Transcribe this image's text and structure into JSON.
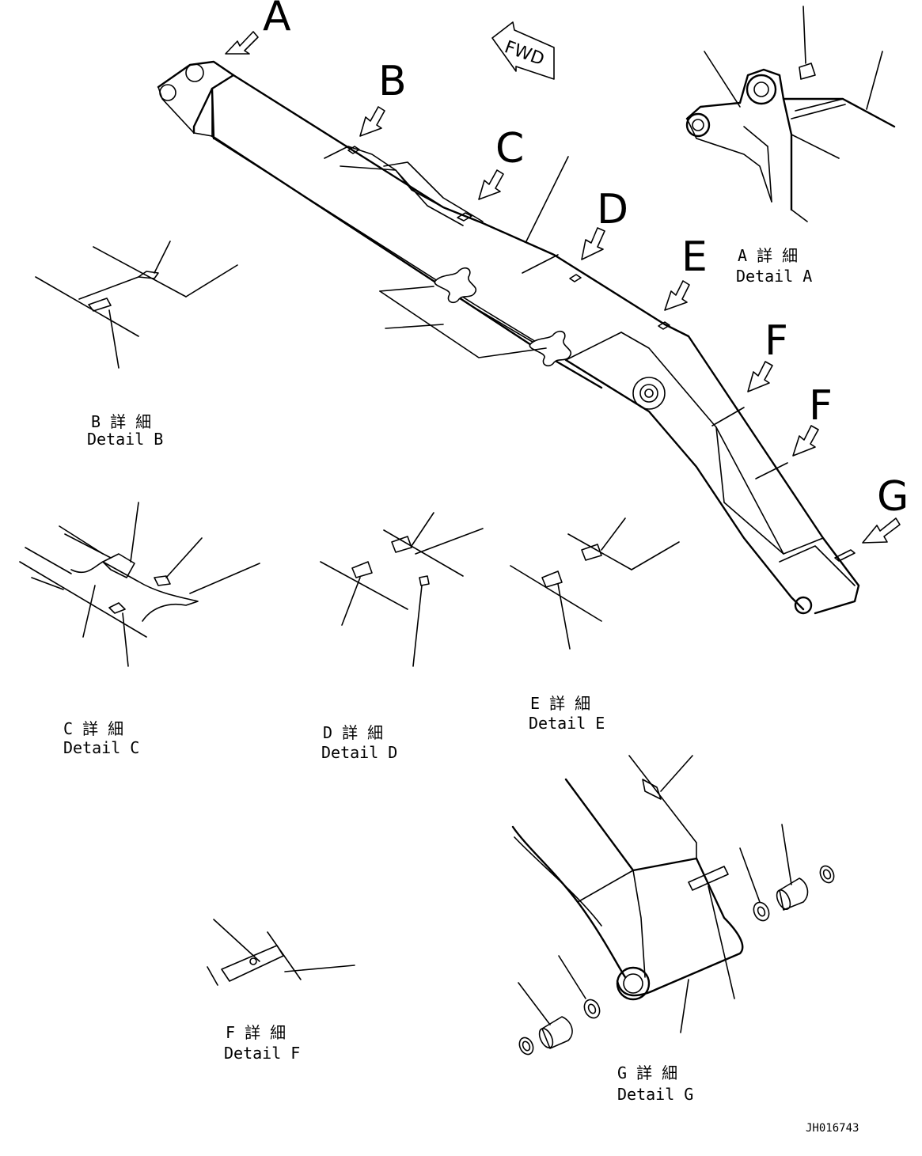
{
  "fwd_label": "FWD",
  "drawing_code": "JH016743",
  "view_letters": {
    "A": "A",
    "B": "B",
    "C": "C",
    "D": "D",
    "E": "E",
    "F1": "F",
    "F2": "F",
    "G": "G"
  },
  "captions": {
    "A": {
      "jp": "A 詳 細",
      "en": "Detail A"
    },
    "B": {
      "jp": "B 詳 細",
      "en": "Detail B"
    },
    "C": {
      "jp": "C 詳 細",
      "en": "Detail C"
    },
    "D": {
      "jp": "D 詳 細",
      "en": "Detail D"
    },
    "E": {
      "jp": "E 詳 細",
      "en": "Detail E"
    },
    "F": {
      "jp": "F 詳 細",
      "en": "Detail F"
    },
    "G": {
      "jp": "G 詳 細",
      "en": "Detail G"
    }
  }
}
